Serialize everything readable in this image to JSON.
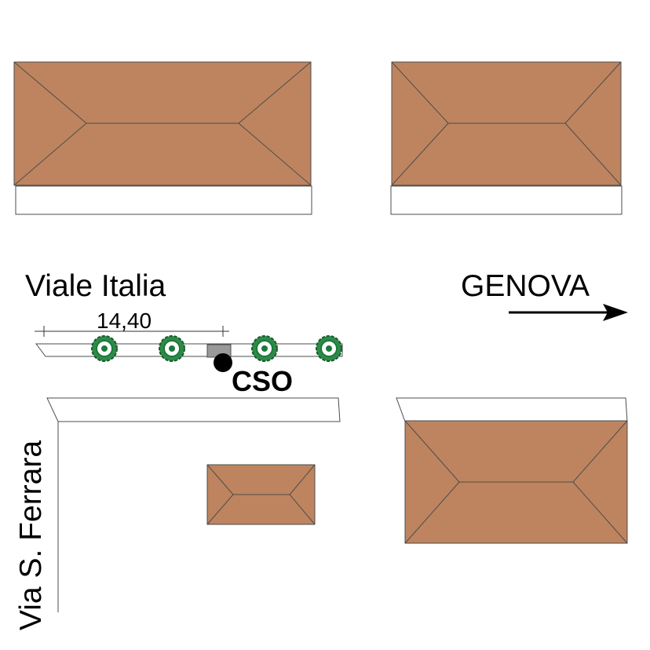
{
  "labels": {
    "street_main": "Viale Italia",
    "street_side": "Via S. Ferrara",
    "direction": "GENOVA",
    "dimension": "14,40",
    "cso": "CSO"
  },
  "colors": {
    "roof": "#bd845f",
    "outline": "#4d4d4d",
    "tree": "#1a7a3a",
    "manhole": "#999999",
    "cso_point": "#000000"
  },
  "icons": {
    "direction_arrow": "arrow-right-icon",
    "tree": "tree-icon",
    "cso_point": "dot-icon"
  }
}
